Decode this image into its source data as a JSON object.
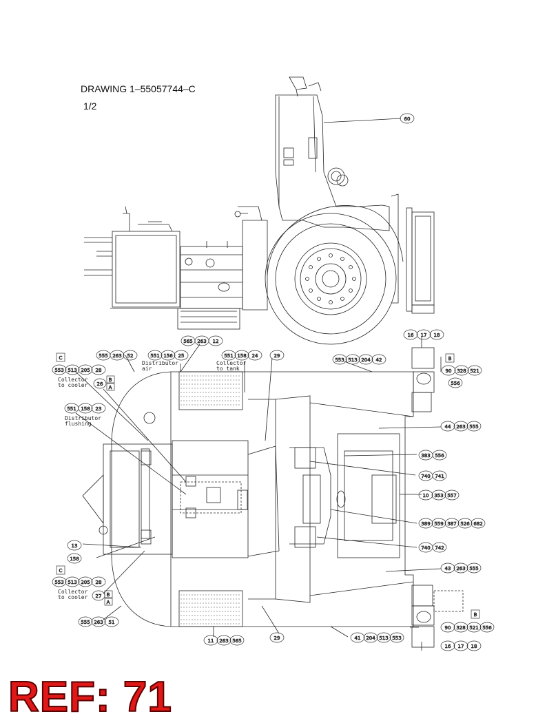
{
  "header": {
    "drawing_number": "DRAWING 1–55057744–C",
    "sheet": "1/2"
  },
  "ref_label": "REF: 71",
  "captions": {
    "distributor_air": "Distributor\nair",
    "collector_tank": "Collector\nto tank",
    "collector_cooler_top": "Collector\nto cooler",
    "distributor_flushing": "Distributor\nflushing",
    "collector_cooler_bottom": "Collector\nto cooler"
  },
  "balloons": {
    "b60": [
      "60"
    ],
    "b565_263_12": [
      "565",
      "263",
      "12"
    ],
    "b555_263_52": [
      "555",
      "263",
      "52"
    ],
    "b551_156_25": [
      "551",
      "156",
      "25"
    ],
    "b551_158_24": [
      "551",
      "158",
      "24"
    ],
    "b29_top": [
      "29"
    ],
    "b16_17_18_top": [
      "16",
      "17",
      "18"
    ],
    "b553_513_204_42": [
      "553",
      "513",
      "204",
      "42"
    ],
    "b90_328_521_top": [
      "90",
      "328",
      "521"
    ],
    "b556_top": [
      "556"
    ],
    "b553_513_205_28_top": [
      "553",
      "513",
      "205",
      "28"
    ],
    "b26": [
      "26"
    ],
    "b551_158_23": [
      "551",
      "158",
      "23"
    ],
    "b44_263_555": [
      "44",
      "263",
      "555"
    ],
    "b383_556": [
      "383",
      "556"
    ],
    "b740_741": [
      "740",
      "741"
    ],
    "b10_353_557": [
      "10",
      "353",
      "557"
    ],
    "b389_": [
      "389",
      "559",
      "387",
      "526",
      "682"
    ],
    "b13": [
      "13"
    ],
    "b158": [
      "158"
    ],
    "b740_742": [
      "740",
      "742"
    ],
    "b43_263_555": [
      "43",
      "263",
      "555"
    ],
    "b553_513_205_28_bot": [
      "553",
      "513",
      "205",
      "28"
    ],
    "b27": [
      "27"
    ],
    "b555_263_51": [
      "555",
      "263",
      "51"
    ],
    "b11_263_565": [
      "11",
      "263",
      "565"
    ],
    "b29_bot": [
      "29"
    ],
    "b41_204_513_553": [
      "41",
      "204",
      "513",
      "553"
    ],
    "b90_328_521_bot": [
      "90",
      "328",
      "521"
    ],
    "b556_bot": [
      "556"
    ],
    "b16_17_18_bot": [
      "16",
      "17",
      "18"
    ]
  },
  "box_tags": {
    "c_top": "C",
    "c_bot": "C",
    "b_top_right": "B",
    "b_bot_right": "B",
    "b_left_top": "B",
    "a_left_top": "A",
    "b_left_bot": "B",
    "a_left_bot": "A"
  }
}
